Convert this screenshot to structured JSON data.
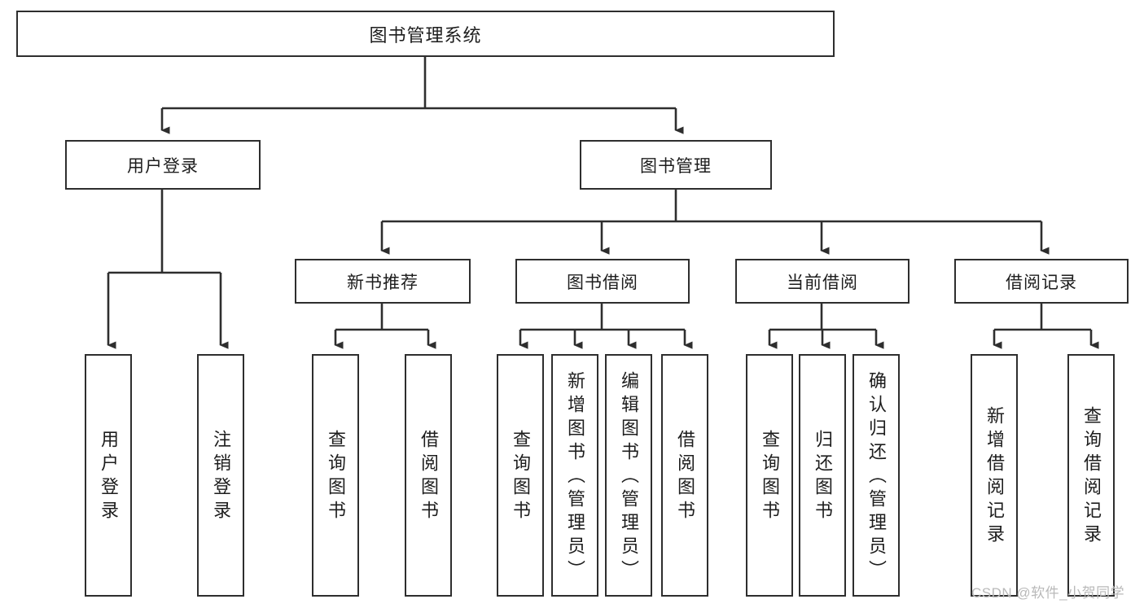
{
  "diagram": {
    "type": "tree",
    "title": "图书管理系统",
    "watermark": "CSDN @软件_小贺同学",
    "colors": {
      "stroke": "#2e2e2e",
      "fill": "#ffffff",
      "text": "#1d1d1d",
      "watermark": "#b9b9b9"
    },
    "levels": {
      "root": {
        "label": "图书管理系统"
      },
      "level2": [
        {
          "label": "用户登录"
        },
        {
          "label": "图书管理"
        }
      ],
      "level3": [
        {
          "label": "新书推荐"
        },
        {
          "label": "图书借阅"
        },
        {
          "label": "当前借阅"
        },
        {
          "label": "借阅记录"
        }
      ],
      "leaves": {
        "user_login": [
          {
            "label": "用户登录"
          },
          {
            "label": "注销登录"
          }
        ],
        "new_book_recommend": [
          {
            "label": "查询图书"
          },
          {
            "label": "借阅图书"
          }
        ],
        "book_borrow": [
          {
            "label": "查询图书"
          },
          {
            "label": "新增图书（管理员）"
          },
          {
            "label": "编辑图书（管理员）"
          },
          {
            "label": "借阅图书"
          }
        ],
        "current_borrow": [
          {
            "label": "查询图书"
          },
          {
            "label": "归还图书"
          },
          {
            "label": "确认归还（管理员）"
          }
        ],
        "borrow_records": [
          {
            "label": "新增借阅记录"
          },
          {
            "label": "查询借阅记录"
          }
        ]
      }
    }
  }
}
